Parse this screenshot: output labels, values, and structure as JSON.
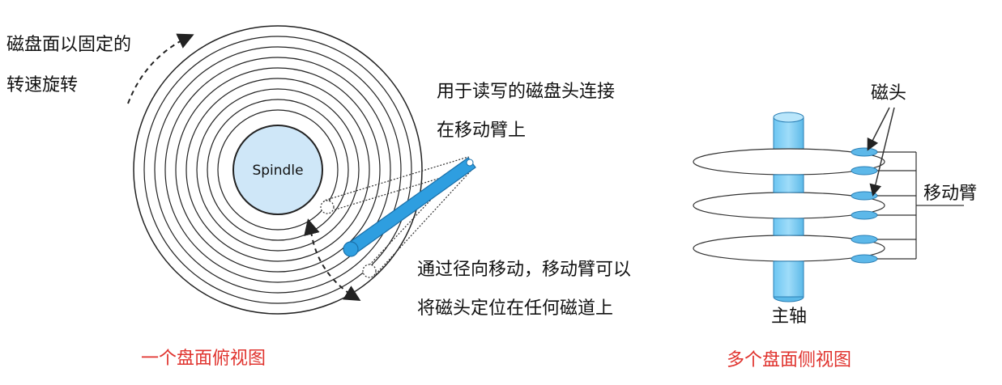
{
  "top_view": {
    "rotation_note": [
      "磁盘面以固定的",
      "转速旋转"
    ],
    "spindle_label": "Spindle",
    "head_arm_note": [
      "用于读写的磁盘头连接",
      "在移动臂上"
    ],
    "radial_note": [
      "通过径向移动，移动臂可以",
      "将磁头定位在任何磁道上"
    ],
    "caption": "一个盘面俯视图"
  },
  "side_view": {
    "head_label": "磁头",
    "arm_label": "移动臂",
    "spindle_label": "主轴",
    "caption": "多个盘面侧视图"
  },
  "colors": {
    "accent_blue": "#2e9ee0",
    "spindle_fill": "#cfe7f8",
    "caption_red": "#e0332e"
  }
}
